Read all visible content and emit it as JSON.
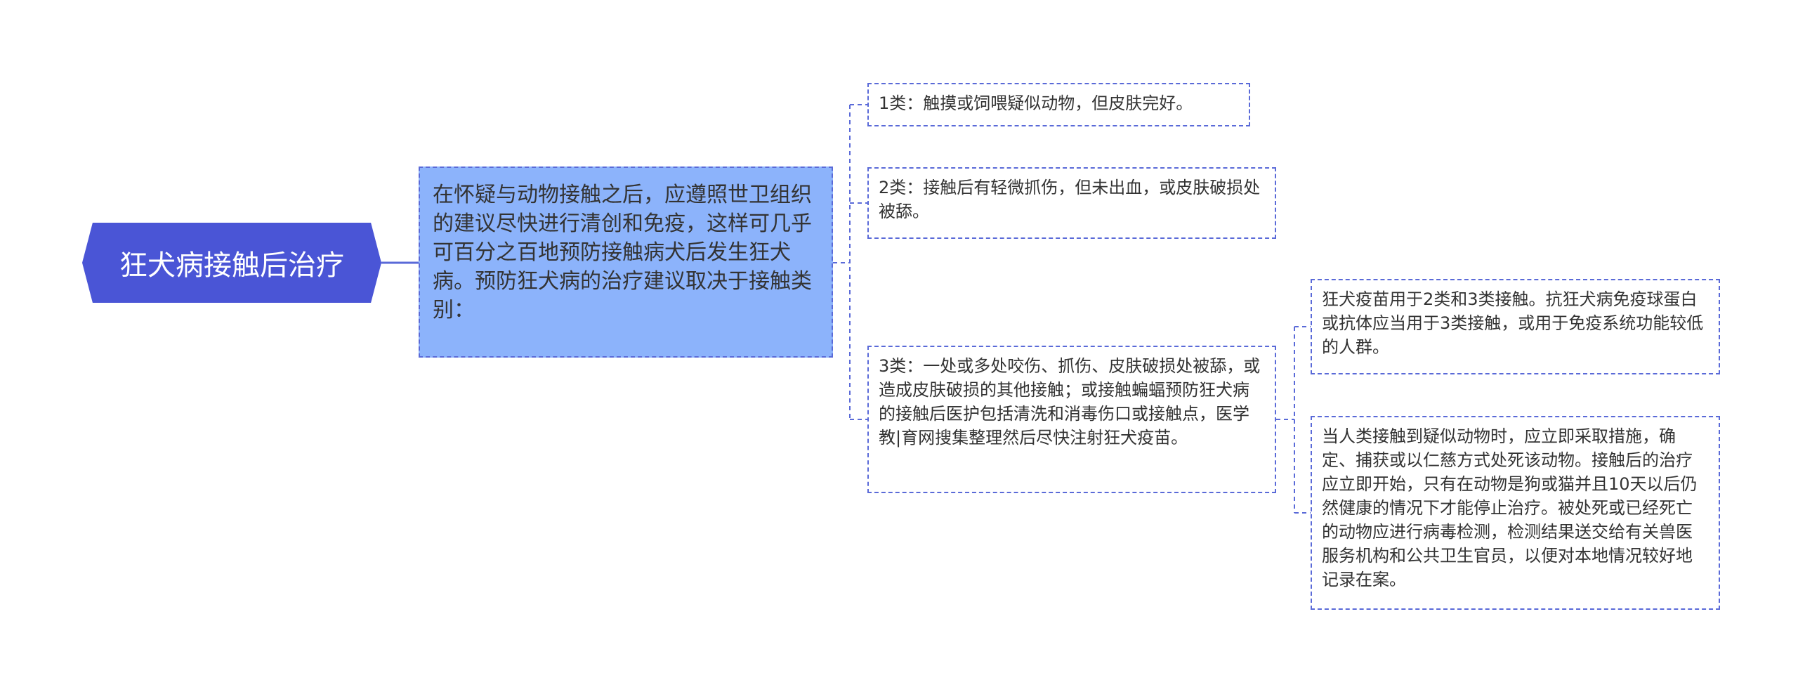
{
  "root": {
    "title": "狂犬病接触后治疗"
  },
  "main": {
    "text": "在怀疑与动物接触之后，应遵照世卫组织的建议尽快进行清创和免疫，这样可几乎可百分之百地预防接触病犬后发生狂犬病。预防狂犬病的治疗建议取决于接触类别："
  },
  "categories": [
    {
      "text": "1类：触摸或饲喂疑似动物，但皮肤完好。"
    },
    {
      "text": "2类：接触后有轻微抓伤，但未出血，或皮肤破损处被舔。"
    },
    {
      "text": "3类：一处或多处咬伤、抓伤、皮肤破损处被舔，或造成皮肤破损的其他接触；或接触蝙蝠预防狂犬病的接触后医护包括清洗和消毒伤口或接触点，医学教|育网搜集整理然后尽快注射狂犬疫苗。"
    }
  ],
  "details": [
    {
      "text": "狂犬疫苗用于2类和3类接触。抗狂犬病免疫球蛋白或抗体应当用于3类接触，或用于免疫系统功能较低的人群。"
    },
    {
      "text": "当人类接触到疑似动物时，应立即采取措施，确定、捕获或以仁慈方式处死该动物。接触后的治疗应立即开始，只有在动物是狗或猫并且10天以后仍然健康的情况下才能停止治疗。被处死或已经死亡的动物应进行病毒检测，检测结果送交给有关兽医服务机构和公共卫生官员，以便对本地情况较好地记录在案。"
    }
  ],
  "colors": {
    "root_fill": "#4a55d6",
    "main_fill": "#8cb3fb",
    "border": "#5a6ad8",
    "text": "#333333"
  }
}
